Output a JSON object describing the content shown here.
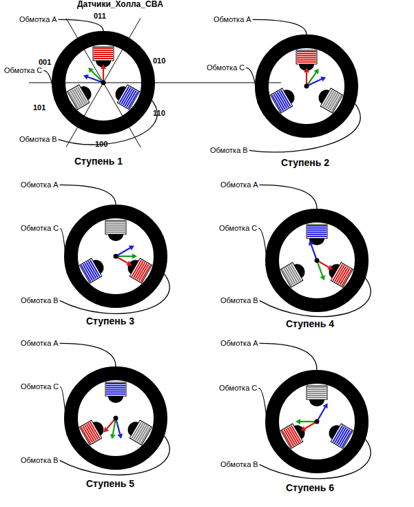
{
  "diagram": {
    "labels": [
      "Датчики_Холла_CBA",
      "Обмотка А",
      "011",
      "001",
      "010",
      "Обмотка С",
      "Обмотка В",
      "101",
      "110",
      "100",
      "Ступень 1",
      "Обмотка А",
      "Обмотка С",
      "Обмотка В",
      "Ступень 2",
      "Обмотка А",
      "Обмотка С",
      "Обмотка В",
      "Ступень 3",
      "Обмотка А",
      "Обмотка С",
      "Обмотка В",
      "Ступень 4",
      "Обмотка А",
      "Обмотка С",
      "Обмотка В",
      "Ступень 5",
      "Обмотка А",
      "Обмотка С",
      "Обмотка В",
      "Ступень 6"
    ]
  }
}
